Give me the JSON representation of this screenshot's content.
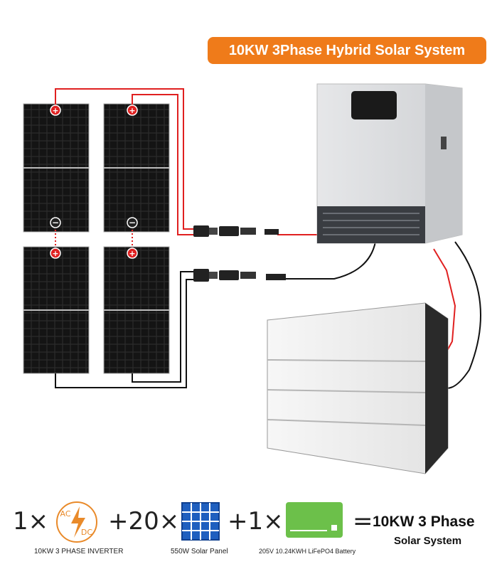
{
  "title": "10KW 3Phase Hybrid Solar System",
  "equation": {
    "inverter_qty": "1×",
    "panel_qty": "+20×",
    "battery_qty": "+1×",
    "equals": "=",
    "result_line1": "10KW 3 Phase",
    "result_line2": "Solar System",
    "inverter_caption": "10KW 3 PHASE INVERTER",
    "panel_caption": "550W Solar Panel",
    "battery_caption": "205V 10.24KWH LiFePO4 Battery",
    "inverter_icon_ac": "AC",
    "inverter_icon_dc": "DC"
  },
  "colors": {
    "accent": "#ef7b1a",
    "positive_wire": "#e02020",
    "negative_wire": "#111111",
    "panel_blue": "#1f5fbf",
    "battery_green": "#6cc04a"
  }
}
